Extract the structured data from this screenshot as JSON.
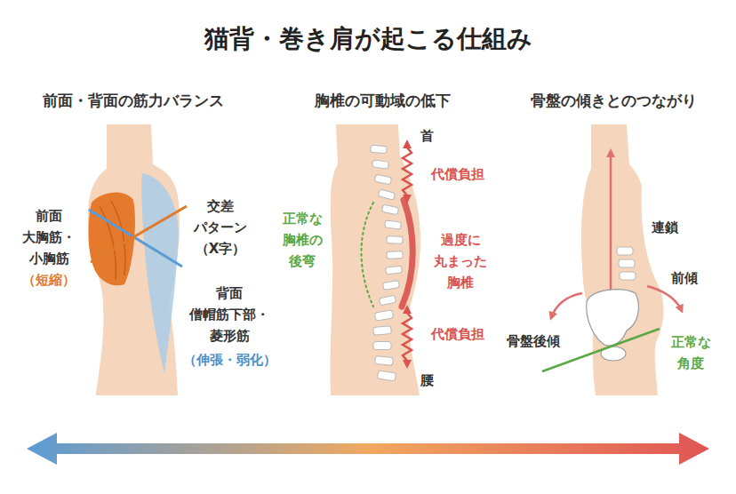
{
  "diagram": {
    "title": "猫背・巻き肩が起こる仕組み",
    "labels": [
      "前面・背面の筋力バランス",
      "胸椎の可動域の低下",
      "骨盤の傾きとのつながり",
      "前面 大胸筋・ 小胸筋",
      "（短縮）",
      "交差 パターン （X字）",
      "背面 僧帽筋下部・ 菱形筋",
      "（伸張・弱化）",
      "首",
      "代償負担",
      "正常な 胸椎の 後弯",
      "過度に 丸まった 胸椎",
      "代償負担",
      "腰",
      "連鎖",
      "前傾",
      "骨盤後傾",
      "正常な 角度"
    ]
  }
}
